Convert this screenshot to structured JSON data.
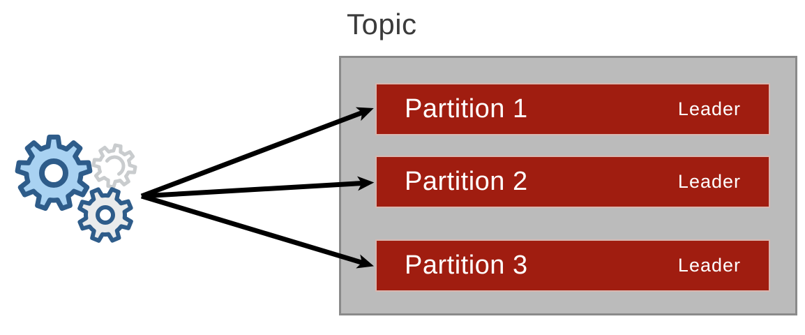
{
  "diagram": {
    "title": "Topic",
    "partitions": [
      {
        "name": "Partition 1",
        "role": "Leader"
      },
      {
        "name": "Partition 2",
        "role": "Leader"
      },
      {
        "name": "Partition 3",
        "role": "Leader"
      }
    ],
    "producer_icon": "gears-icon",
    "arrow_count": 3
  },
  "colors": {
    "title_text": "#3B3B3B",
    "topic_box_fill": "#BBBBBB",
    "topic_box_border": "#8A8A8A",
    "partition_fill": "#A01D10",
    "partition_border": "#D8B7B0",
    "partition_text": "#FFFFFF",
    "arrow": "#000000",
    "gear_blue_fill": "#A9D2F2",
    "gear_outline": "#2E5C8A",
    "gear_gray_fill": "#E9EBEC",
    "gear_faint_outline": "#C9CCCE"
  }
}
